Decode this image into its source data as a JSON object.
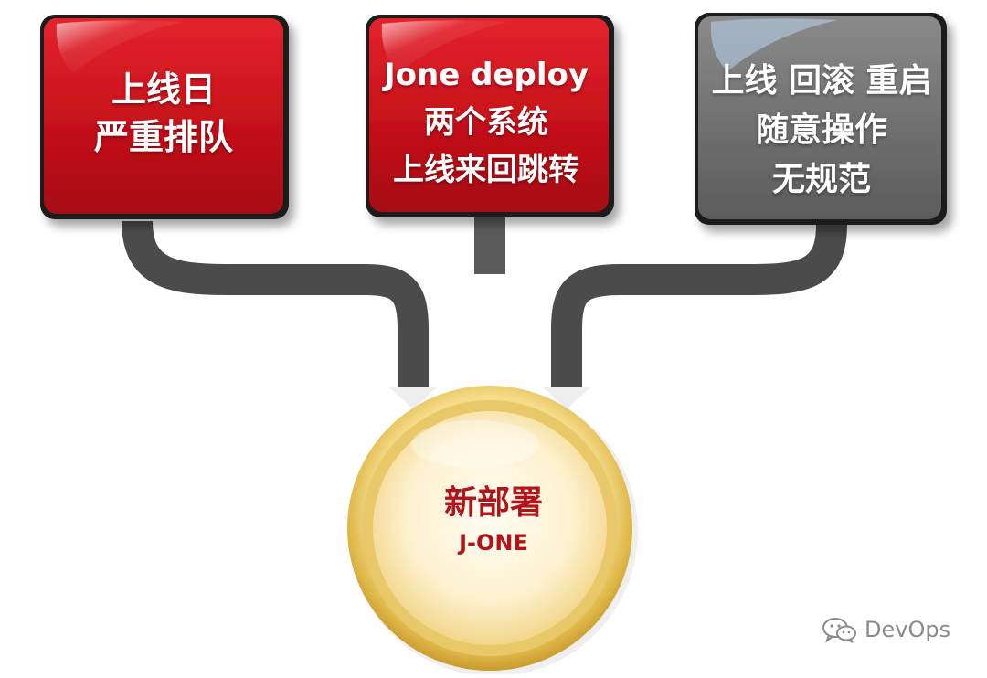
{
  "boxes": [
    {
      "lines": [
        "上线日",
        "严重排队"
      ],
      "color": "#c4111a"
    },
    {
      "lines": [
        "Jone deploy",
        "两个系统",
        "上线来回跳转"
      ],
      "color": "#c4111a"
    },
    {
      "lines": [
        "上线 回滚 重启",
        "随意操作",
        "无规范"
      ],
      "color": "#6f6f6f"
    }
  ],
  "hub": {
    "title": "新部署",
    "subtitle": "J-ONE",
    "text_color": "#b3141c",
    "ring_color": "#e8c25c"
  },
  "watermark": {
    "icon": "wechat-icon",
    "text": "DevOps"
  }
}
